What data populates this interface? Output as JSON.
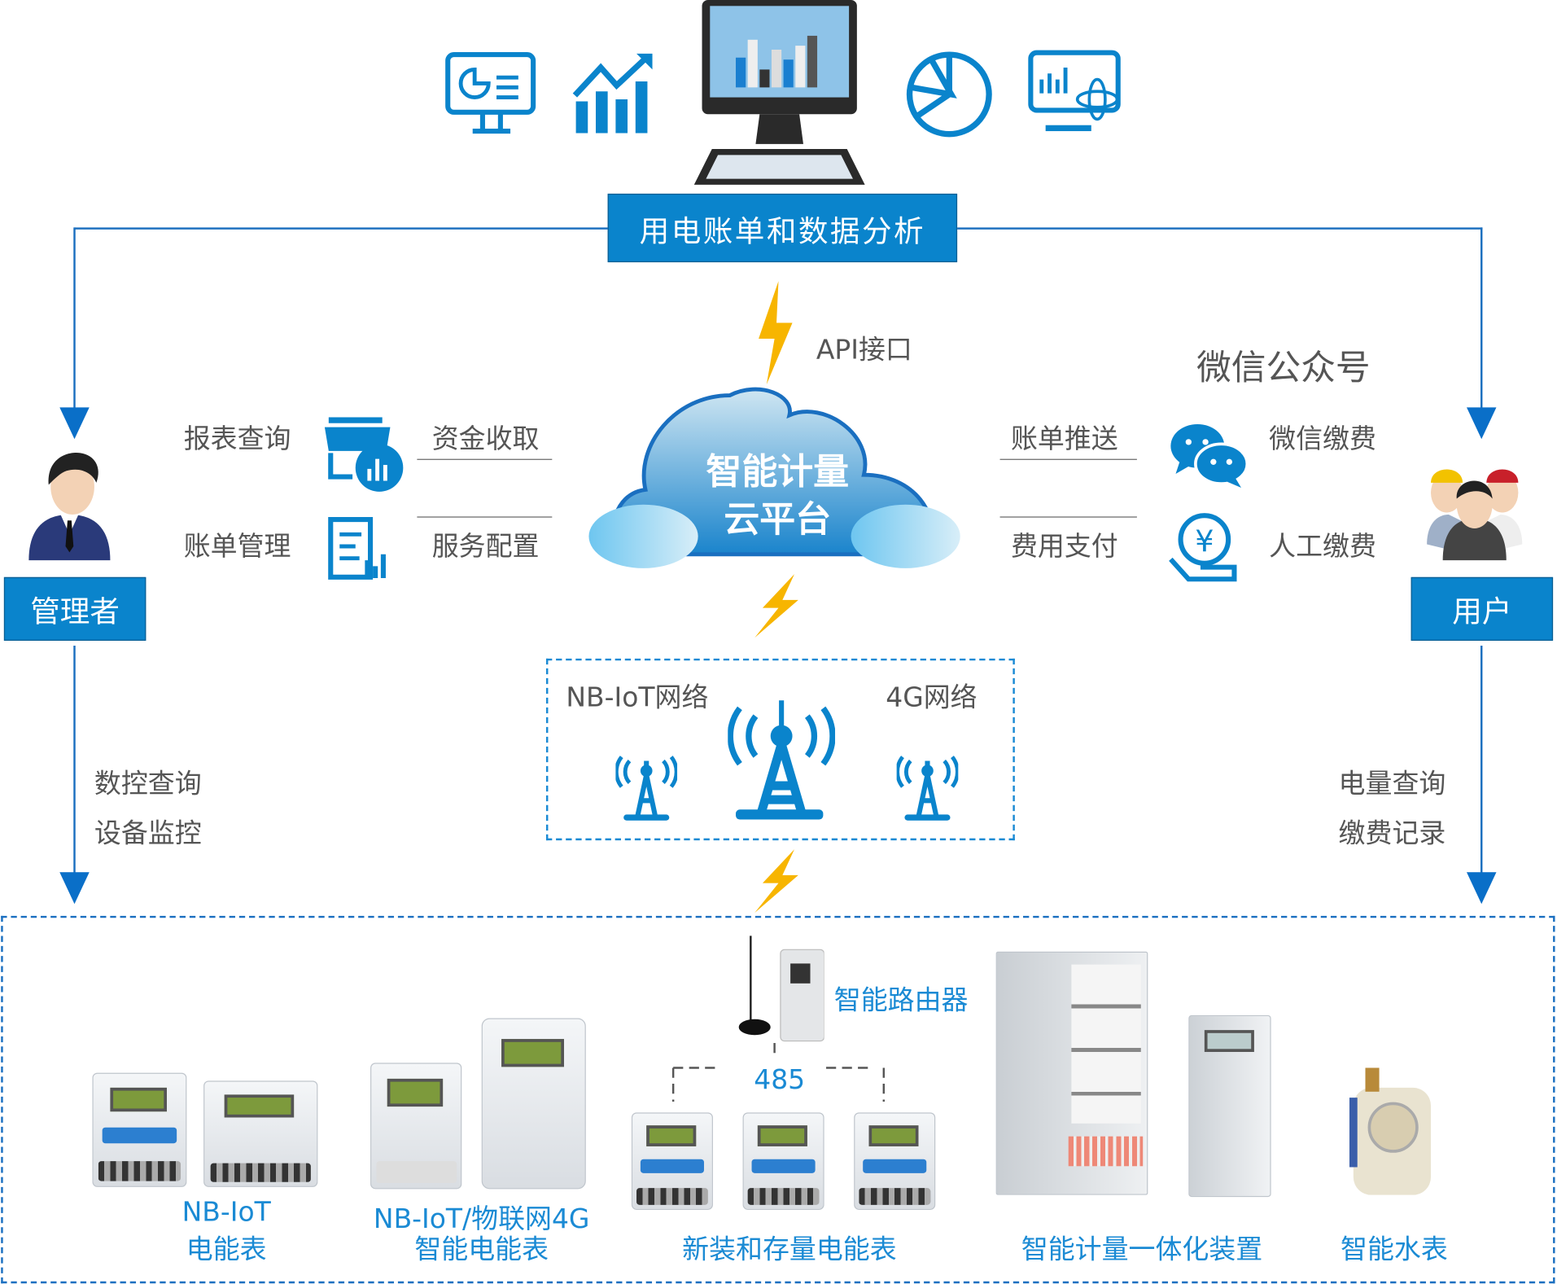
{
  "title": "用电账单和数据分析",
  "api_label": "API接口",
  "wechat_public": "微信公众号",
  "cloud": {
    "line1": "智能计量",
    "line2": "云平台"
  },
  "admin": {
    "label": "管理者",
    "features": [
      "报表查询",
      "资金收取",
      "账单管理",
      "服务配置"
    ],
    "side": [
      "数控查询",
      "设备监控"
    ]
  },
  "user": {
    "label": "用户",
    "features": [
      "账单推送",
      "微信缴费",
      "费用支付",
      "人工缴费"
    ],
    "side": [
      "电量查询",
      "缴费记录"
    ]
  },
  "network": {
    "nb": "NB-IoT网络",
    "g4": "4G网络"
  },
  "devices": {
    "router": "智能路由器",
    "bus": "485",
    "nb_meter": [
      "NB-IoT",
      "电能表"
    ],
    "nb4g_meter": [
      "NB-IoT/物联网4G",
      "智能电能表"
    ],
    "legacy": "新装和存量电能表",
    "integrated": "智能计量一体化装置",
    "water": "智能水表"
  },
  "colors": {
    "accent": "#0a84cc",
    "label": "#1a8ad4",
    "line": "#1b6fbf",
    "bolt": "#f7b500"
  }
}
